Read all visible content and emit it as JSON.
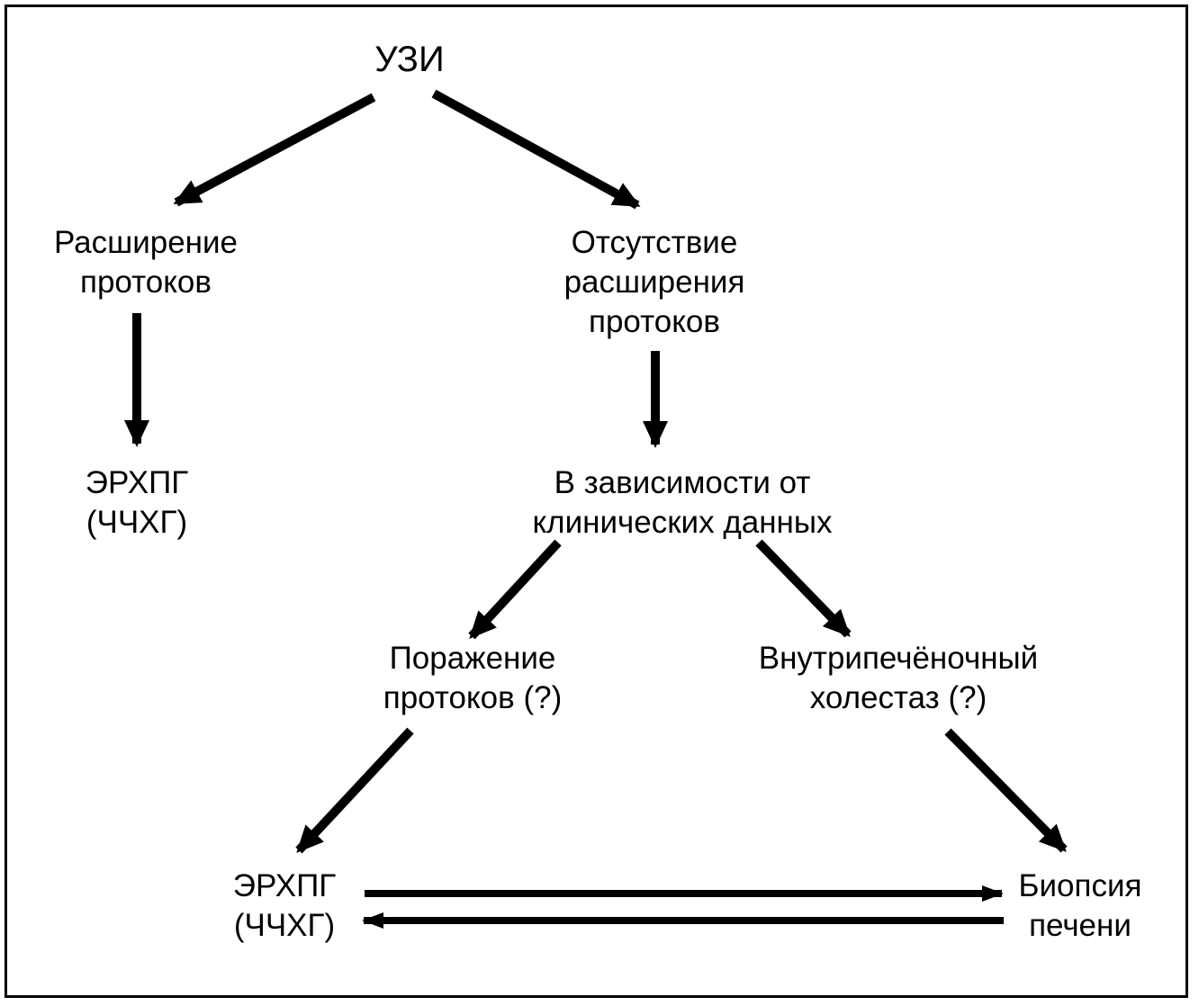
{
  "diagram": {
    "nodes": {
      "uzi": "УЗИ",
      "dilation": "Расширение\nпротоков",
      "no_dilation": "Отсутствие\nрасширения\nпротоков",
      "ercp_left": "ЭРХПГ\n(ЧЧХГ)",
      "clinical": "В зависимости от\nклинических данных",
      "duct_lesion": "Поражение\nпротоков (?)",
      "intrahepatic": "Внутрипечёночный\nхолестаз (?)",
      "ercp_bottom": "ЭРХПГ\n(ЧЧХГ)",
      "biopsy": "Биопсия\nпечени"
    },
    "edges": [
      {
        "from": "uzi",
        "to": "dilation"
      },
      {
        "from": "uzi",
        "to": "no_dilation"
      },
      {
        "from": "dilation",
        "to": "ercp_left"
      },
      {
        "from": "no_dilation",
        "to": "clinical"
      },
      {
        "from": "clinical",
        "to": "duct_lesion"
      },
      {
        "from": "clinical",
        "to": "intrahepatic"
      },
      {
        "from": "duct_lesion",
        "to": "ercp_bottom"
      },
      {
        "from": "intrahepatic",
        "to": "biopsy"
      },
      {
        "from": "ercp_bottom",
        "to": "biopsy"
      },
      {
        "from": "biopsy",
        "to": "ercp_bottom"
      }
    ],
    "colors": {
      "ink": "#000000",
      "background": "#ffffff"
    }
  }
}
